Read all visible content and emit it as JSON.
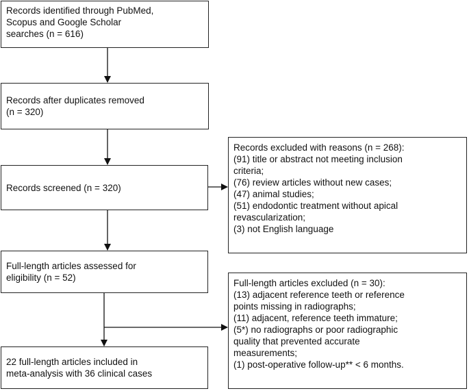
{
  "boxes": {
    "identified": [
      "Records identified through PubMed,",
      "Scopus and Google Scholar",
      "searches (n = 616)"
    ],
    "duplicates": [
      "Records after duplicates removed",
      "(n = 320)"
    ],
    "screened": [
      "Records screened (n = 320)"
    ],
    "assessed": [
      "Full-length articles assessed for",
      "eligibility (n = 52)"
    ],
    "included": [
      "22 full-length articles included in",
      "meta-analysis with 36 clinical cases"
    ],
    "excluded_records": [
      "Records excluded with reasons (n = 268):",
      "(91) title or abstract not meeting inclusion",
      "criteria;",
      "(76) review articles without new cases;",
      "(47) animal studies;",
      "(51) endodontic treatment without apical",
      "revascularization;",
      "(3) not English language"
    ],
    "excluded_articles": [
      "Full-length articles excluded (n = 30):",
      "(13) adjacent reference teeth or reference",
      "points missing in radiographs;",
      "(11) adjacent, reference teeth immature;",
      "(5*) no radiographs or poor radiographic",
      "quality that prevented accurate",
      "measurements;",
      "(1) post-operative follow-up** < 6 months."
    ]
  },
  "colors": {
    "border": "#222222",
    "arrow": "#111111",
    "background": "#ffffff"
  }
}
